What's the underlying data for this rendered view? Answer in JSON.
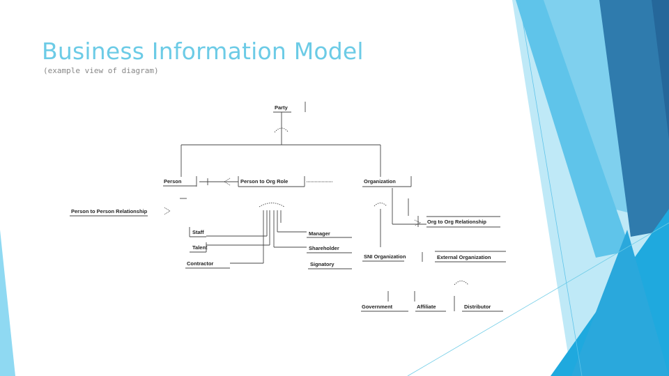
{
  "slide": {
    "title": "Business Information Model",
    "subtitle": "(example view of diagram)"
  },
  "diagram": {
    "entities": {
      "party": "Party",
      "person": "Person",
      "person_to_org_role": "Person to Org Role",
      "organization": "Organization",
      "person_to_person_relationship": "Person to Person Relationship",
      "org_to_org_relationship": "Org to Org Relationship",
      "staff": "Staff",
      "talent": "Talent",
      "contractor": "Contractor",
      "manager": "Manager",
      "shareholder": "Shareholder",
      "signatory": "Signatory",
      "sni_organization": "SNI Organization",
      "external_organization": "External Organization",
      "government": "Government",
      "affiliate": "Affiliate",
      "distributor": "Distributor"
    }
  },
  "colors": {
    "title": "#6ccbe6",
    "accent_light": "#a8e0f3",
    "accent_mid": "#5fc4ea",
    "accent_dark": "#2f7bad",
    "accent_bright": "#1fa9de"
  }
}
